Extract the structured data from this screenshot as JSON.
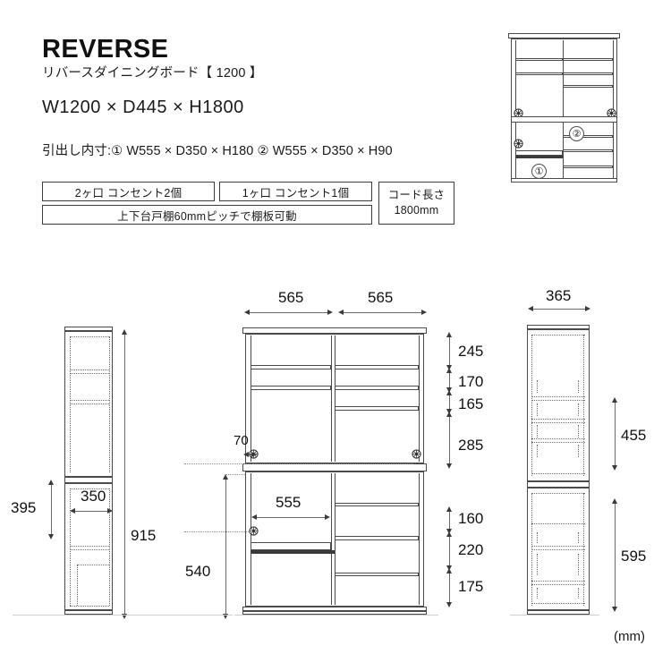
{
  "header": {
    "brand": "REVERSE",
    "subtitle": "リバースダイニングボード【 1200 】",
    "overall_dimensions": "W1200 × D445 × H1800",
    "drawer_inner": "引出し内寸:① W555 × D350 × H180  ② W555 × D350 × H90"
  },
  "specs": {
    "outlet_two": "2ヶ口 コンセント2個",
    "outlet_one": "1ヶ口 コンセント1個",
    "shelf_pitch": "上下台戸棚60mmピッチで棚板可動",
    "cord_label": "コード長さ",
    "cord_value": "1800mm"
  },
  "thumbnail": {
    "marker_one": "①",
    "marker_two": "②"
  },
  "front_view": {
    "width_left": "565",
    "width_right": "565",
    "shelf_depth_front": "555",
    "left_edge_offset": "70",
    "heights": [
      "245",
      "170",
      "165",
      "285",
      "160",
      "220",
      "175"
    ]
  },
  "side_view_left": {
    "inner_depth": "350",
    "upper_height": "395",
    "total_sub": "915",
    "lower_height": "540"
  },
  "side_view_right": {
    "depth": "365",
    "upper_height": "455",
    "lower_height": "595"
  },
  "footer": {
    "unit": "(mm)"
  },
  "colors": {
    "line": "#4a4a4a",
    "text": "#1a1a1a",
    "dim": "#6a6a6a",
    "background": "#ffffff"
  }
}
